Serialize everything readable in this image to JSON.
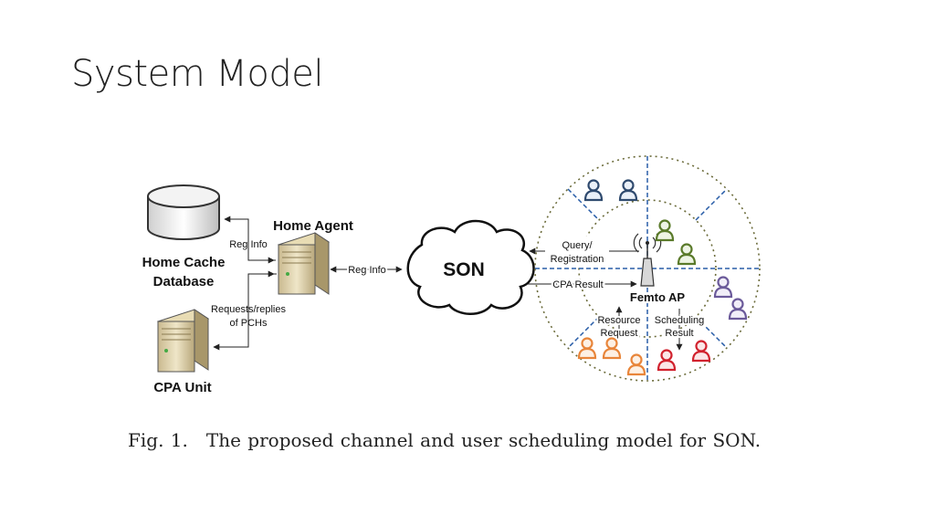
{
  "slide": {
    "title": "System Model"
  },
  "diagram": {
    "home_cache_label_1": "Home Cache",
    "home_cache_label_2": "Database",
    "home_agent_label": "Home Agent",
    "cpa_unit_label": "CPA Unit",
    "son_label": "SON",
    "reg_info_top": "Reg Info",
    "reg_info_mid": "Reg Info",
    "requests_replies_1": "Requests/replies",
    "requests_replies_2": "of PCHs",
    "query_registration_1": "Query/",
    "query_registration_2": "Registration",
    "cpa_result": "CPA Result",
    "femto_ap": "Femto AP",
    "resource_request_1": "Resource",
    "resource_request_2": "Request",
    "scheduling_result_1": "Scheduling",
    "scheduling_result_2": "Result",
    "user_colors": {
      "blue": "#2f4a6e",
      "green": "#5a7a2a",
      "purple": "#6b5a9a",
      "orange": "#e8853a",
      "red": "#d1222e"
    }
  },
  "caption": {
    "number": "Fig. 1.",
    "text": "The proposed channel and user scheduling model for SON."
  }
}
